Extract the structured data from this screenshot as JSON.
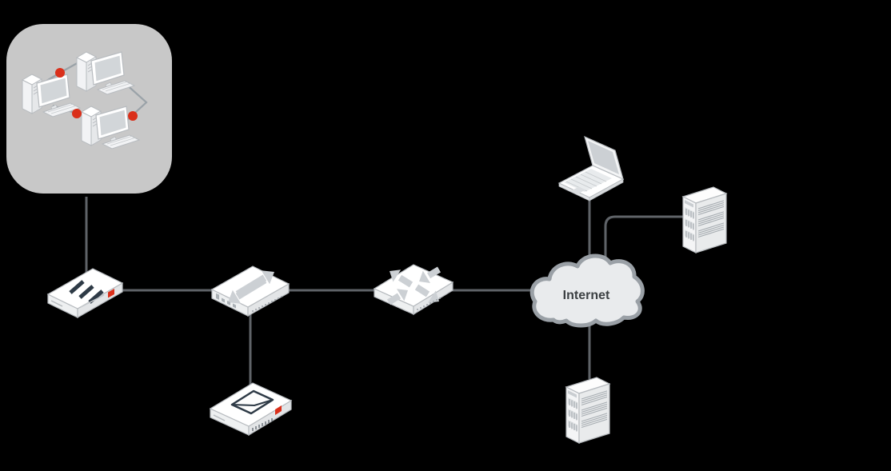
{
  "diagram": {
    "type": "network-topology",
    "internet_label": "Internet",
    "nodes": [
      {
        "id": "lan",
        "name": "local-area-network",
        "icon": "three-workstations-lan-icon"
      },
      {
        "id": "firewall",
        "name": "firewall-appliance",
        "icon": "fortigate-firewall-icon",
        "badge_color": "#da2f1a"
      },
      {
        "id": "switch",
        "name": "switch-appliance",
        "icon": "two-arrows-switch-icon"
      },
      {
        "id": "mail",
        "name": "mail-gateway-appliance",
        "icon": "envelope-appliance-icon",
        "badge_color": "#da2f1a"
      },
      {
        "id": "router",
        "name": "router",
        "icon": "four-arrows-router-icon"
      },
      {
        "id": "internet",
        "name": "internet-cloud",
        "label": "Internet"
      },
      {
        "id": "laptop",
        "name": "laptop",
        "icon": "laptop-icon"
      },
      {
        "id": "server_right",
        "name": "server",
        "icon": "server-tower-icon"
      },
      {
        "id": "server_bottom",
        "name": "server",
        "icon": "server-tower-icon"
      }
    ],
    "edges": [
      {
        "from": "lan",
        "to": "firewall"
      },
      {
        "from": "firewall",
        "to": "switch"
      },
      {
        "from": "switch",
        "to": "router"
      },
      {
        "from": "switch",
        "to": "mail"
      },
      {
        "from": "router",
        "to": "internet"
      },
      {
        "from": "laptop",
        "to": "internet"
      },
      {
        "from": "server_right",
        "to": "internet"
      },
      {
        "from": "internet",
        "to": "server_bottom"
      }
    ],
    "colors": {
      "background": "#000000",
      "lan_box": "#c8c8c8",
      "lan_inner_line": "#9aa2a8",
      "connector": "#5f6368",
      "device_fill": "#ffffff",
      "device_shade": "#e8eaec",
      "device_stroke": "#b7bbbf",
      "arrow_gray": "#ccd0d4",
      "dark_detail": "#2e3a46",
      "accent_red": "#da2f1a",
      "cloud_fill": "#e9ebed",
      "cloud_stroke": "#9aa0a6",
      "label_text": "#3c4043"
    }
  }
}
